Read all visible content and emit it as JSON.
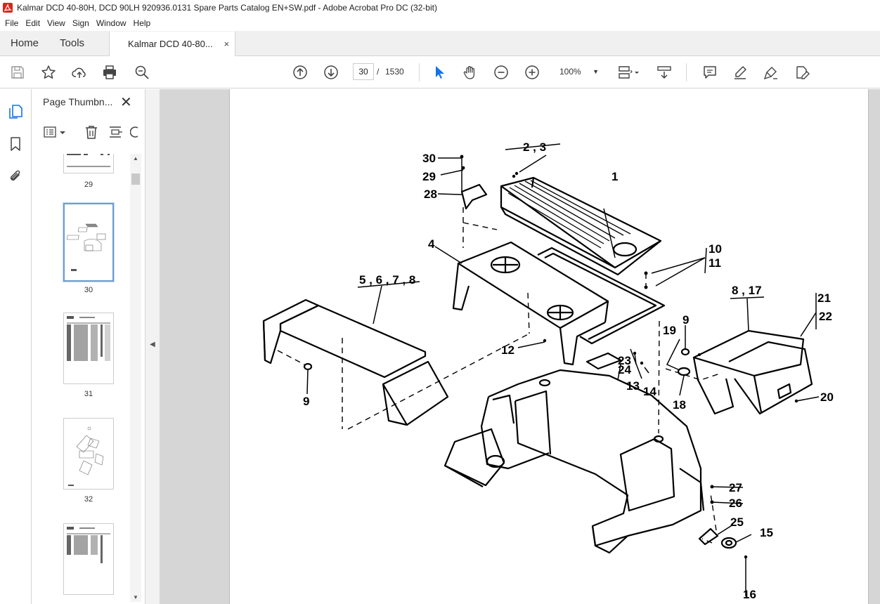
{
  "window": {
    "title": "Kalmar DCD 40-80H, DCD 90LH 920936.0131 Spare Parts Catalog EN+SW.pdf - Adobe Acrobat Pro DC (32-bit)"
  },
  "menu": [
    "File",
    "Edit",
    "View",
    "Sign",
    "Window",
    "Help"
  ],
  "tabs": {
    "home": "Home",
    "tools": "Tools",
    "document": "Kalmar DCD 40-80...",
    "close": "×"
  },
  "toolbar": {
    "current_page": "30",
    "separator": "/",
    "total_pages": "1530",
    "zoom": "100%"
  },
  "panel": {
    "title": "Page Thumbn...",
    "close": "✕",
    "thumbnails": [
      {
        "label": "29"
      },
      {
        "label": "30",
        "selected": true
      },
      {
        "label": "31"
      },
      {
        "label": "32"
      },
      {
        "label": ""
      }
    ]
  },
  "drawing": {
    "callouts": [
      "30",
      "29",
      "28",
      "2 , 3",
      "1",
      "4",
      "10",
      "11",
      "5 , 6 , 7 , 8",
      "8 , 17",
      "21",
      "22",
      "9",
      "19",
      "12",
      "23",
      "24",
      "13",
      "14",
      "18",
      "20",
      "9",
      "27",
      "26",
      "25",
      "15",
      "16"
    ]
  },
  "colors": {
    "accent": "#1473e6",
    "tab_bg": "#f0f0f0",
    "doc_bg": "#d6d6d6"
  }
}
